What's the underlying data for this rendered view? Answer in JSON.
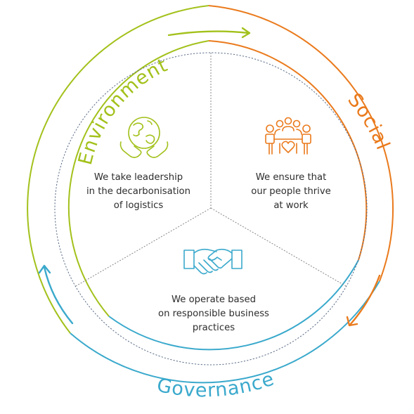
{
  "pillars": {
    "environment": {
      "label": "Environment",
      "color": "#a2c11b",
      "icon": "globe-in-hands-icon",
      "text": [
        "We take leadership",
        "in the decarbonisation",
        "of logistics"
      ]
    },
    "social": {
      "label": "Social",
      "color": "#ea7a1c",
      "icon": "people-with-heart-icon",
      "text": [
        "We ensure that",
        "our people thrive",
        "at work"
      ]
    },
    "governance": {
      "label": "Governance",
      "color": "#3aa9cc",
      "icon": "handshake-icon",
      "text": [
        "We operate based",
        "on responsible business",
        "practices"
      ]
    }
  }
}
